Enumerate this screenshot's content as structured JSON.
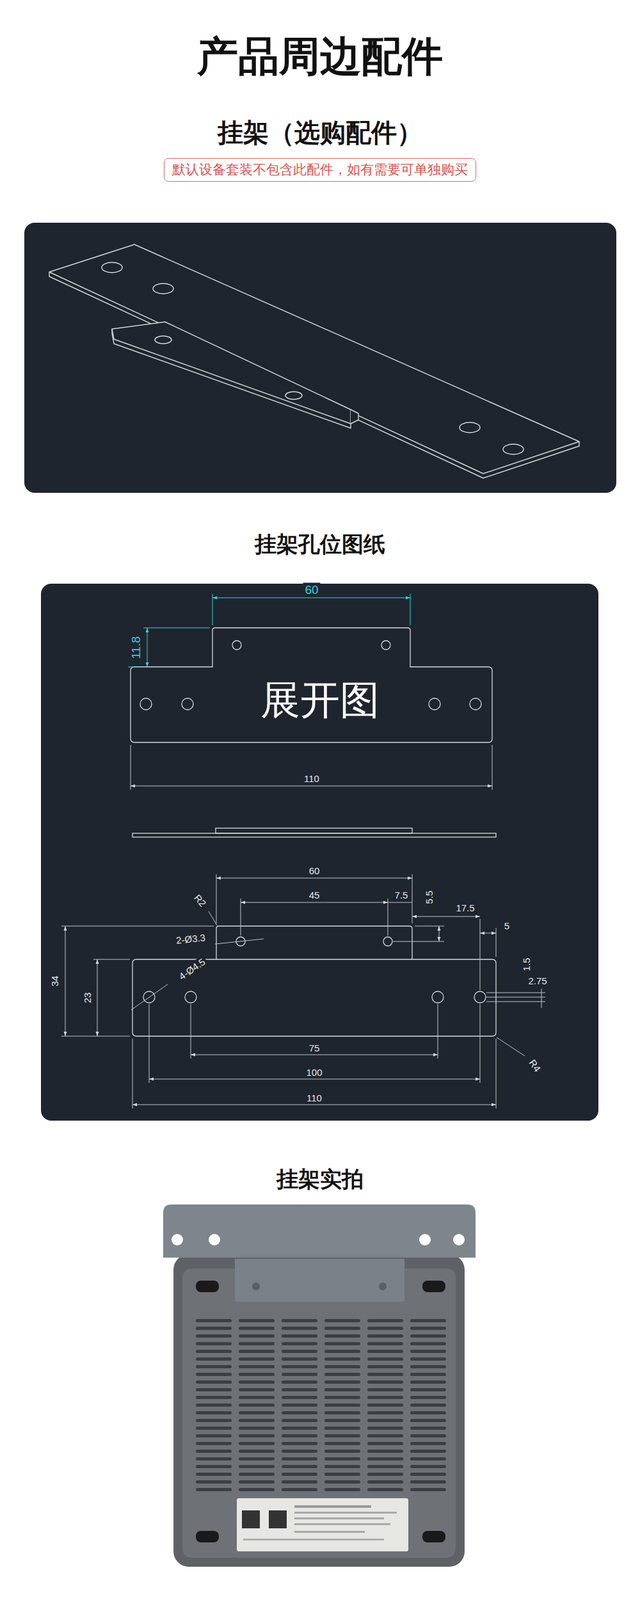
{
  "diagram": {
    "title": "产品周边配件",
    "nodes": [
      {
        "text": [
          "默认设备套装不包含此配件，如有需要可单独购买"
        ]
      }
    ],
    "labels": [
      "挂架（选购配件）",
      "挂架孔位图纸",
      "挂架实拍",
      "60",
      "11.8",
      "展开图",
      "110",
      "60",
      "45",
      "7.5",
      "5.5",
      "R2",
      "2-Ø3.3",
      "17.5",
      "5",
      "34",
      "23",
      "4-Ø4.5",
      "1.5",
      "2.75",
      "R4",
      "75",
      "100",
      "110"
    ]
  }
}
